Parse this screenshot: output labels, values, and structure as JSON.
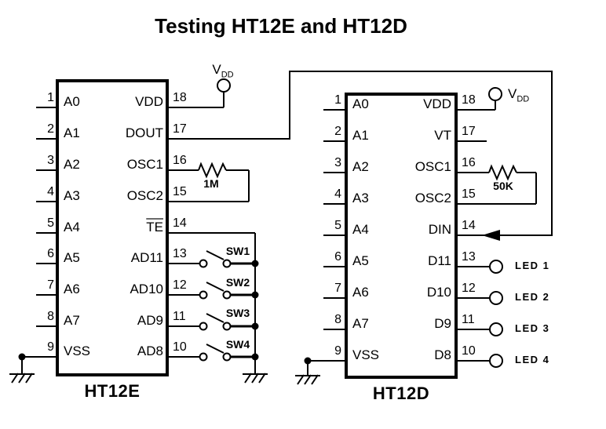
{
  "title": "Testing HT12E and HT12D",
  "colors": {
    "line": "#000000",
    "background": "#ffffff"
  },
  "power": {
    "symbol": "V",
    "subscript": "DD"
  },
  "encoder": {
    "name": "HT12E",
    "left_pins": [
      {
        "num": "1",
        "label": "A0"
      },
      {
        "num": "2",
        "label": "A1"
      },
      {
        "num": "3",
        "label": "A2"
      },
      {
        "num": "4",
        "label": "A3"
      },
      {
        "num": "5",
        "label": "A4"
      },
      {
        "num": "6",
        "label": "A5"
      },
      {
        "num": "7",
        "label": "A6"
      },
      {
        "num": "8",
        "label": "A7"
      },
      {
        "num": "9",
        "label": "VSS"
      }
    ],
    "right_pins": [
      {
        "num": "18",
        "label": "VDD"
      },
      {
        "num": "17",
        "label": "DOUT"
      },
      {
        "num": "16",
        "label": "OSC1"
      },
      {
        "num": "15",
        "label": "OSC2"
      },
      {
        "num": "14",
        "label": "TE",
        "overline": true
      },
      {
        "num": "13",
        "label": "AD11"
      },
      {
        "num": "12",
        "label": "AD10"
      },
      {
        "num": "11",
        "label": "AD9"
      },
      {
        "num": "10",
        "label": "AD8"
      }
    ],
    "oscillator_resistor": "1M"
  },
  "decoder": {
    "name": "HT12D",
    "left_pins": [
      {
        "num": "1",
        "label": "A0"
      },
      {
        "num": "2",
        "label": "A1"
      },
      {
        "num": "3",
        "label": "A2"
      },
      {
        "num": "4",
        "label": "A3"
      },
      {
        "num": "5",
        "label": "A4"
      },
      {
        "num": "6",
        "label": "A5"
      },
      {
        "num": "7",
        "label": "A6"
      },
      {
        "num": "8",
        "label": "A7"
      },
      {
        "num": "9",
        "label": "VSS"
      }
    ],
    "right_pins": [
      {
        "num": "18",
        "label": "VDD"
      },
      {
        "num": "17",
        "label": "VT"
      },
      {
        "num": "16",
        "label": "OSC1"
      },
      {
        "num": "15",
        "label": "OSC2"
      },
      {
        "num": "14",
        "label": "DIN"
      },
      {
        "num": "13",
        "label": "D11"
      },
      {
        "num": "12",
        "label": "D10"
      },
      {
        "num": "11",
        "label": "D9"
      },
      {
        "num": "10",
        "label": "D8"
      }
    ],
    "oscillator_resistor": "50K"
  },
  "switches": [
    {
      "label": "SW1"
    },
    {
      "label": "SW2"
    },
    {
      "label": "SW3"
    },
    {
      "label": "SW4"
    }
  ],
  "leds": [
    {
      "label": "LED 1"
    },
    {
      "label": "LED 2"
    },
    {
      "label": "LED 3"
    },
    {
      "label": "LED 4"
    }
  ]
}
